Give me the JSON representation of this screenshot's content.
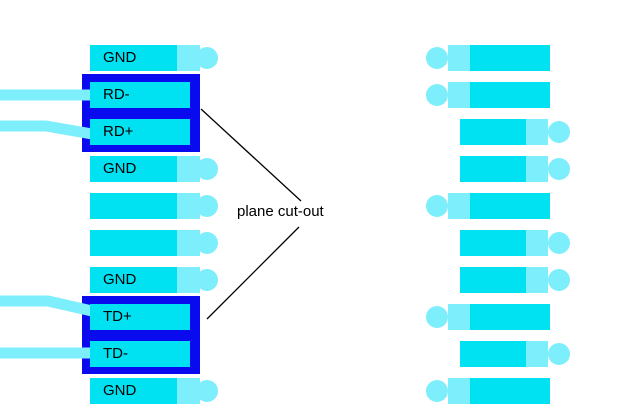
{
  "annotation": {
    "label": "plane cut-out"
  },
  "colors": {
    "background": "#ffffff",
    "pad": "#00e1f2",
    "via": "#7deefb",
    "trace": "#7deefb",
    "plane": "#0a0aee",
    "text": "#000000",
    "leader": "#000000"
  },
  "left_connector": {
    "pads": [
      {
        "label": "GND",
        "via": true,
        "in_cutout": false,
        "has_trace": false
      },
      {
        "label": "RD-",
        "via": false,
        "in_cutout": true,
        "has_trace": true
      },
      {
        "label": "RD+",
        "via": false,
        "in_cutout": true,
        "has_trace": true
      },
      {
        "label": "GND",
        "via": true,
        "in_cutout": false,
        "has_trace": false
      },
      {
        "label": "",
        "via": true,
        "in_cutout": false,
        "has_trace": false
      },
      {
        "label": "",
        "via": true,
        "in_cutout": false,
        "has_trace": false
      },
      {
        "label": "GND",
        "via": true,
        "in_cutout": false,
        "has_trace": false
      },
      {
        "label": "TD+",
        "via": false,
        "in_cutout": true,
        "has_trace": true
      },
      {
        "label": "TD-",
        "via": false,
        "in_cutout": true,
        "has_trace": true
      },
      {
        "label": "GND",
        "via": true,
        "in_cutout": false,
        "has_trace": false
      }
    ]
  },
  "right_connector": {
    "pads": [
      {
        "via_side": "left"
      },
      {
        "via_side": "left"
      },
      {
        "via_side": "right"
      },
      {
        "via_side": "right"
      },
      {
        "via_side": "left"
      },
      {
        "via_side": "right"
      },
      {
        "via_side": "right"
      },
      {
        "via_side": "left"
      },
      {
        "via_side": "right"
      },
      {
        "via_side": "left"
      }
    ]
  }
}
